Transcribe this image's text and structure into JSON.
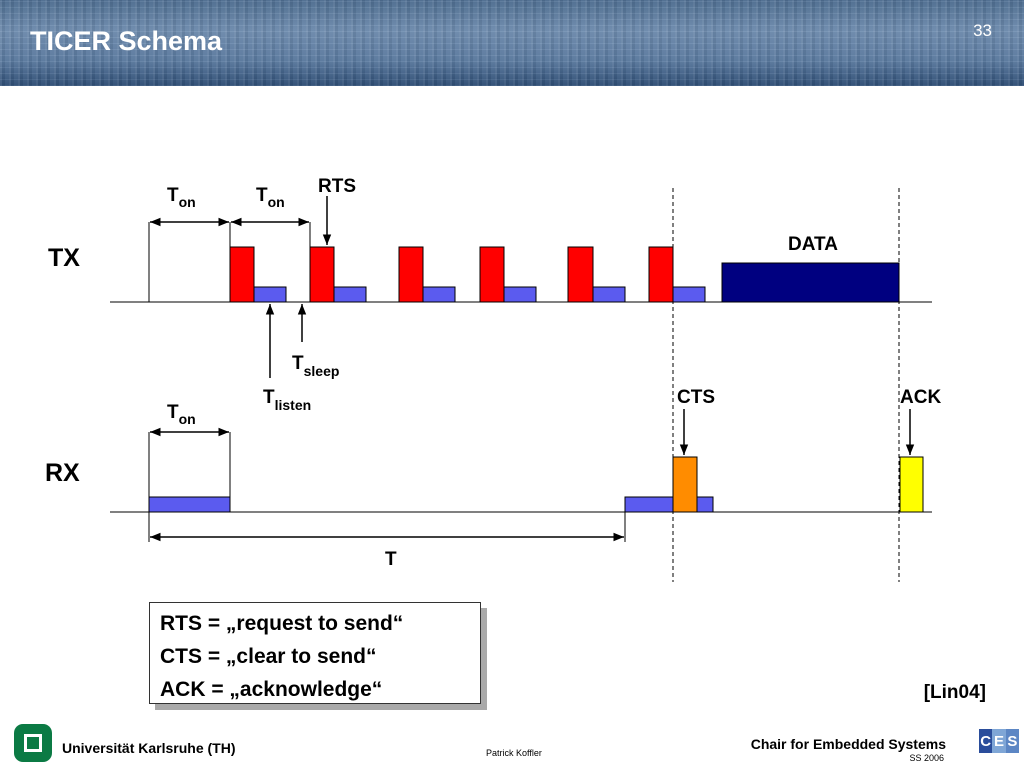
{
  "slide": {
    "title": "TICER Schema",
    "page_number": "33"
  },
  "diagram": {
    "tx_label": "TX",
    "rx_label": "RX",
    "t_main": "T",
    "sub_on": "on",
    "sub_sleep": "sleep",
    "sub_listen": "listen",
    "rts_label": "RTS",
    "data_label": "DATA",
    "cts_label": "CTS",
    "ack_label": "ACK",
    "period_label": "T",
    "colors": {
      "rts_pulse": "#ff0000",
      "listen_slot": "#5b5bef",
      "data_block": "#000080",
      "cts_pulse": "#ff8c00",
      "ack_pulse": "#ffff00"
    }
  },
  "legend": {
    "rts": "RTS = „request to send“",
    "cts": "CTS = „clear to send“",
    "ack": "ACK = „acknowledge“"
  },
  "reference": "[Lin04]",
  "footer": {
    "university": "Universität Karlsruhe (TH)",
    "author": "Patrick Koffler",
    "chair": "Chair for Embedded Systems",
    "term": "SS 2006",
    "ces_letters": [
      "C",
      "E",
      "S"
    ],
    "ces_colors": [
      "#2a4d9b",
      "#7fa6d6",
      "#5c86c4"
    ]
  }
}
